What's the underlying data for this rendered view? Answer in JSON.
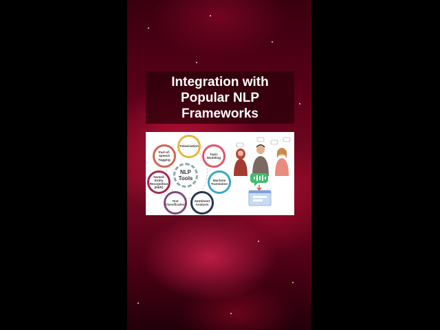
{
  "title": {
    "line1": "Integration with",
    "line2": "Popular NLP",
    "line3": "Frameworks"
  },
  "diagram": {
    "center": {
      "line1": "NLP",
      "line2": "Tools"
    },
    "nodes": [
      {
        "id": "tokenization",
        "label": "Tokenization",
        "color": "#e9b43c"
      },
      {
        "id": "topic-modeling",
        "label": "Topic Modeling",
        "color": "#e2536c"
      },
      {
        "id": "machine-translation",
        "label": "Machine Translation",
        "color": "#3aa6c9"
      },
      {
        "id": "sentiment-analysis",
        "label": "Sentiment Analysis",
        "color": "#27354d"
      },
      {
        "id": "text-classification",
        "label": "Text Classification",
        "color": "#7e4a7a"
      },
      {
        "id": "ner",
        "label": "Named Entity Recognition (NER)",
        "color": "#a32a4c"
      },
      {
        "id": "pos-tagging",
        "label": "Part-of-Speech Tagging",
        "color": "#d2634f"
      }
    ]
  },
  "colors": {
    "background": "#000000",
    "nebula": "#c8143c",
    "title_text": "#ffffff",
    "title_box": "#28000a"
  }
}
